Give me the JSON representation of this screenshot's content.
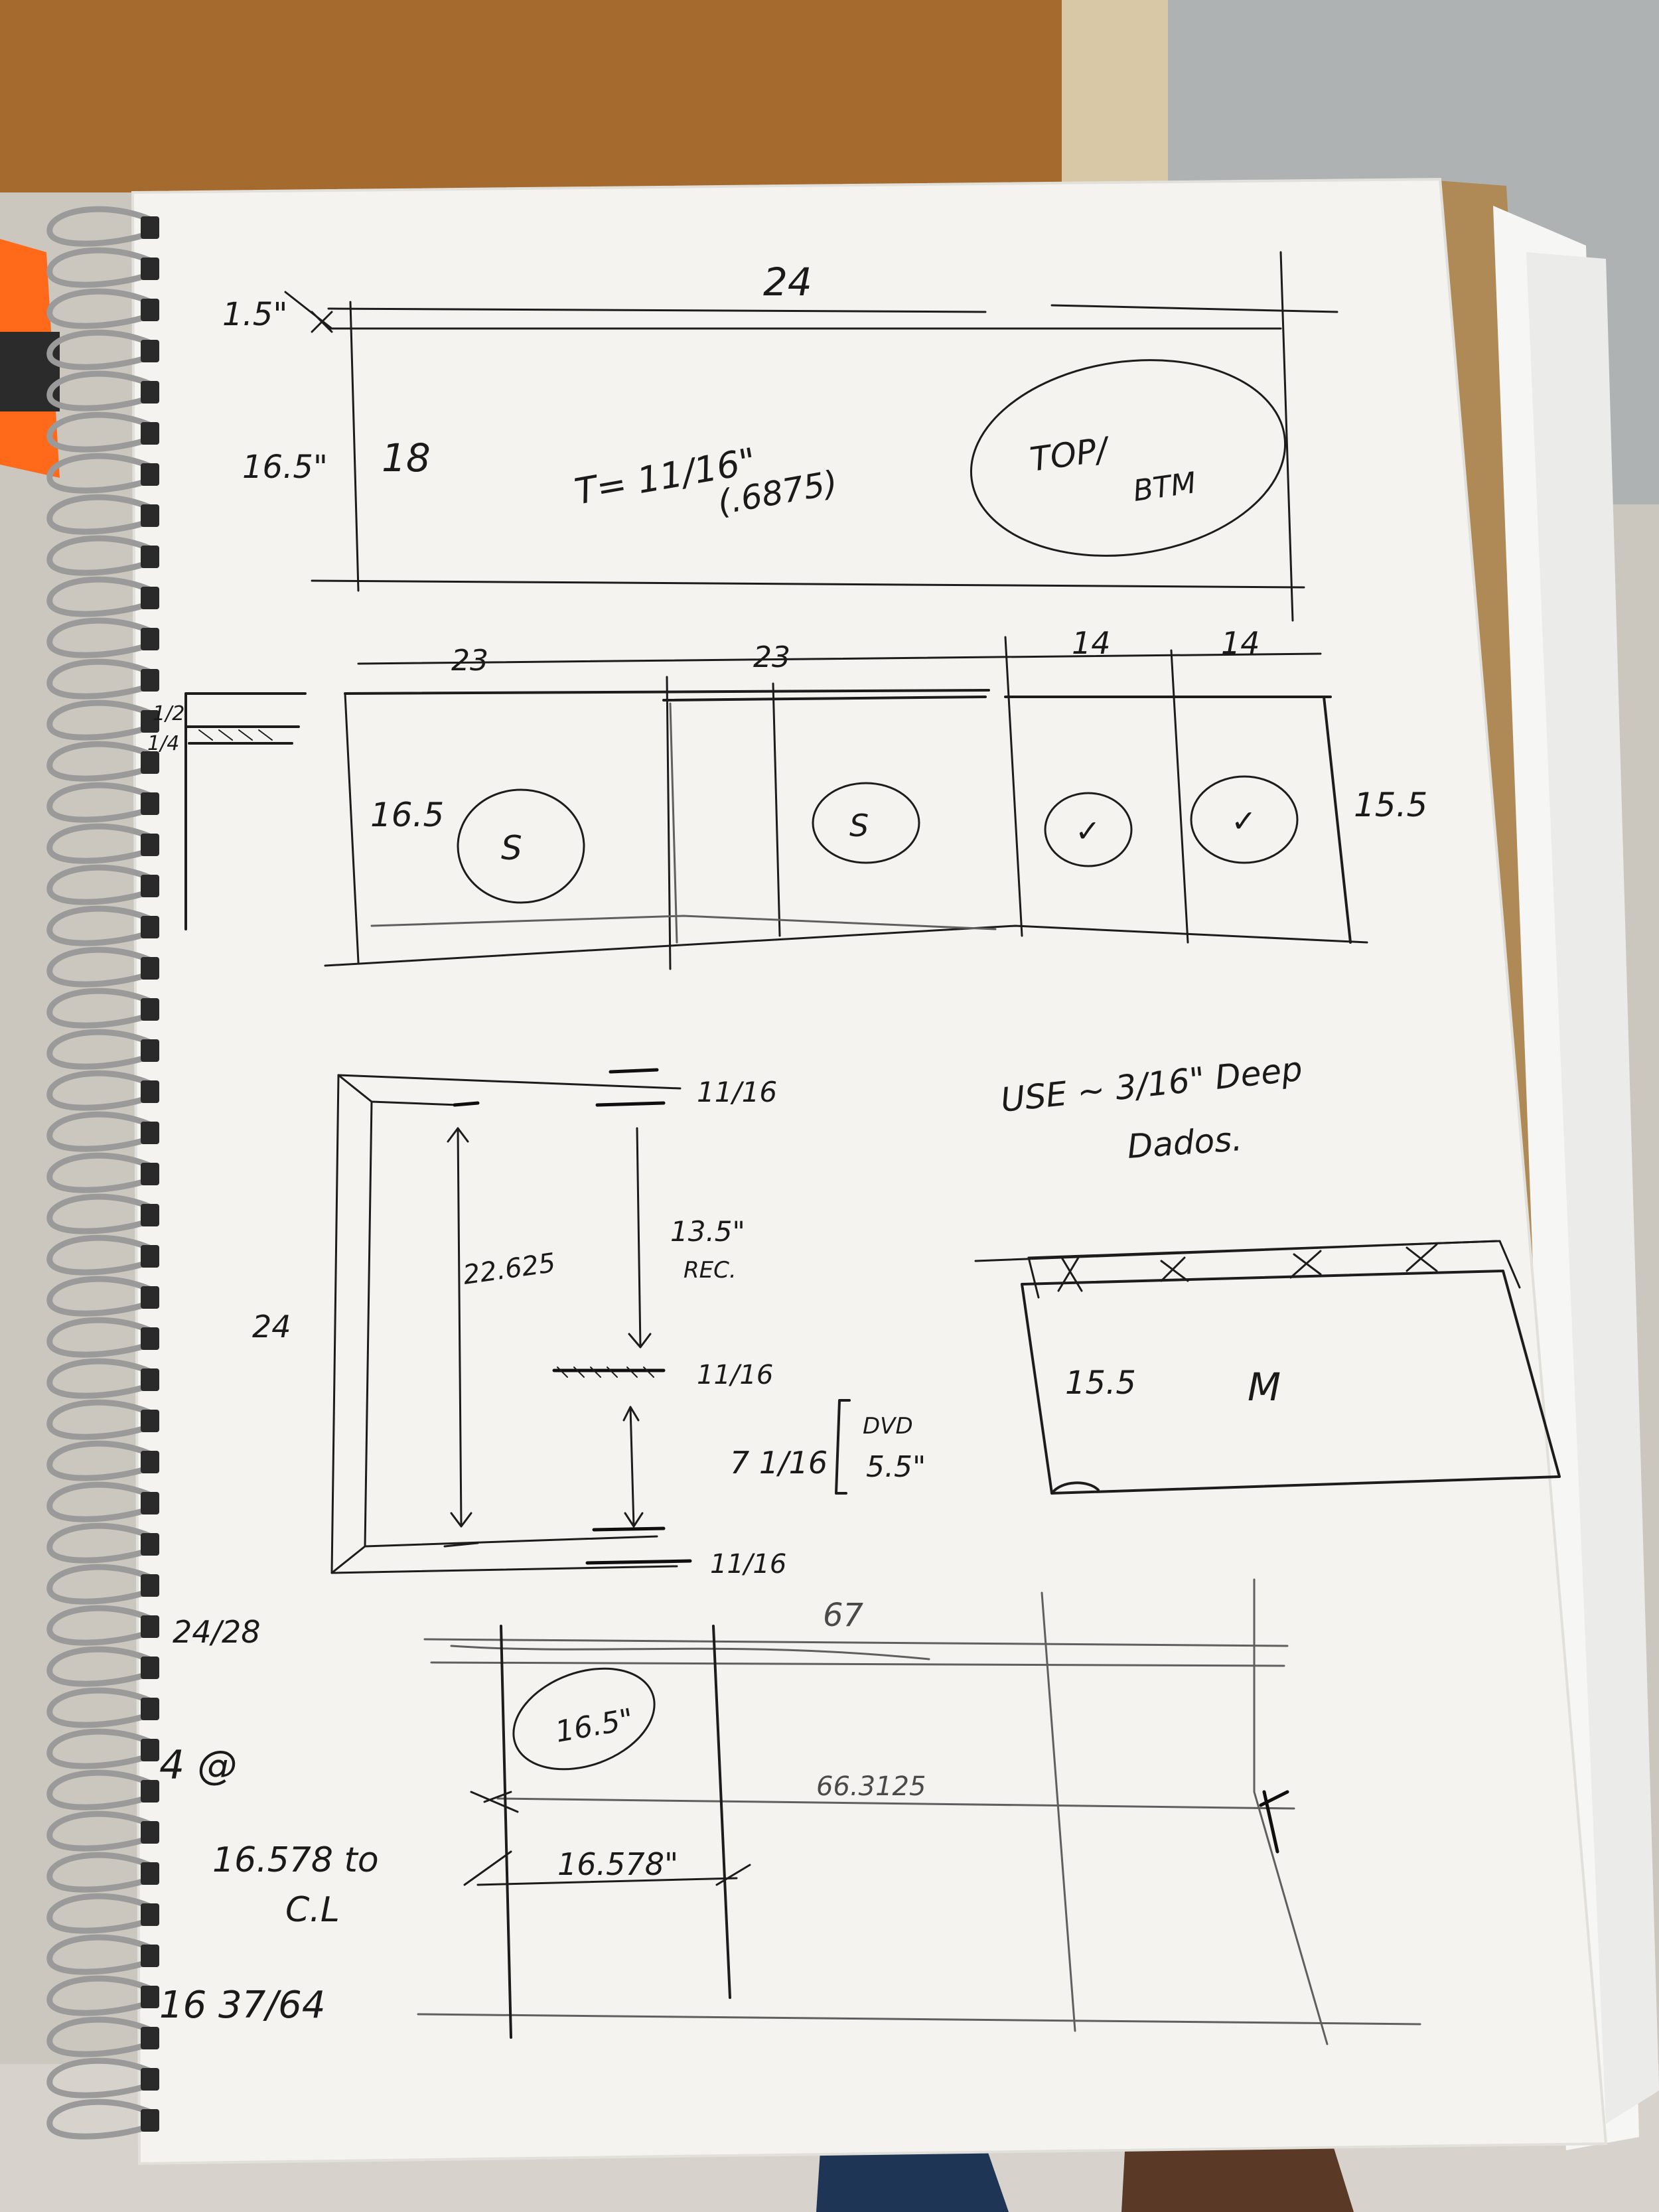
{
  "photo": {
    "subject": "notebook-sketch",
    "colors": {
      "paper": "#f4f3ef",
      "ink": "#1c1c1c",
      "pencil": "#5f5f5f",
      "table_top": "#a46a2e",
      "cardboard": "#b08a56",
      "orange_tool": "#ff6a1a"
    }
  },
  "top_panel": {
    "width": "24",
    "thickness": "1.5\"",
    "depth": "16.5\"",
    "count": "18",
    "thickness_note": "T= 11/16\"",
    "thickness_decimal": "(.6875)",
    "label_top": "TOP/",
    "label_btm": "BTM"
  },
  "face_frame": {
    "edge_half": "1/2",
    "edge_quarter": "1/4",
    "width_a": "23",
    "width_b": "23",
    "width_c": "14",
    "width_d": "14",
    "height_left": "16.5",
    "height_right": "15.5",
    "mark_s1": "S",
    "mark_s2": "S",
    "mark_check1": "✓",
    "mark_check2": "✓"
  },
  "side_section": {
    "height": "24",
    "inner": "22.625",
    "top_thick": "11/16",
    "rec": "13.5\"",
    "rec_label": "REC.",
    "shelf_thick": "11/16",
    "lower_gap": "7 1/16",
    "dvd_label": "DVD",
    "dvd_size": "5.5\"",
    "bottom_thick": "11/16"
  },
  "note": {
    "line1": "USE ~ 3/16\" Deep",
    "line2": "Dados."
  },
  "drawer": {
    "height": "15.5",
    "mark": "M"
  },
  "bottom_plan": {
    "frac": "24/28",
    "length": "67",
    "span": "66.3125",
    "circle_value": "16.5\"",
    "spacing": "16.578\"",
    "count_line": "4 @",
    "spacing_note": "16.578 to",
    "cl": "C.L",
    "fraction_note": "16 37/64"
  }
}
